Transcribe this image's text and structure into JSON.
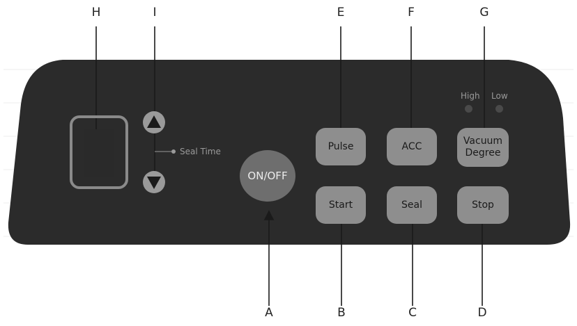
{
  "callouts": {
    "H": "H",
    "I": "I",
    "E": "E",
    "F": "F",
    "G": "G",
    "A": "A",
    "B": "B",
    "C": "C",
    "D": "D"
  },
  "panel": {
    "seal_time_label": "Seal Time",
    "high_label": "High",
    "low_label": "Low",
    "onoff_label": "ON/OFF",
    "pulse_label": "Pulse",
    "acc_label": "ACC",
    "vacuum_line1": "Vacuum",
    "vacuum_line2": "Degree",
    "start_label": "Start",
    "seal_label": "Seal",
    "stop_label": "Stop"
  },
  "colors": {
    "panel": "#2b2b2b",
    "button": "#8e8e8e",
    "onoff": "#6e6e6e"
  }
}
